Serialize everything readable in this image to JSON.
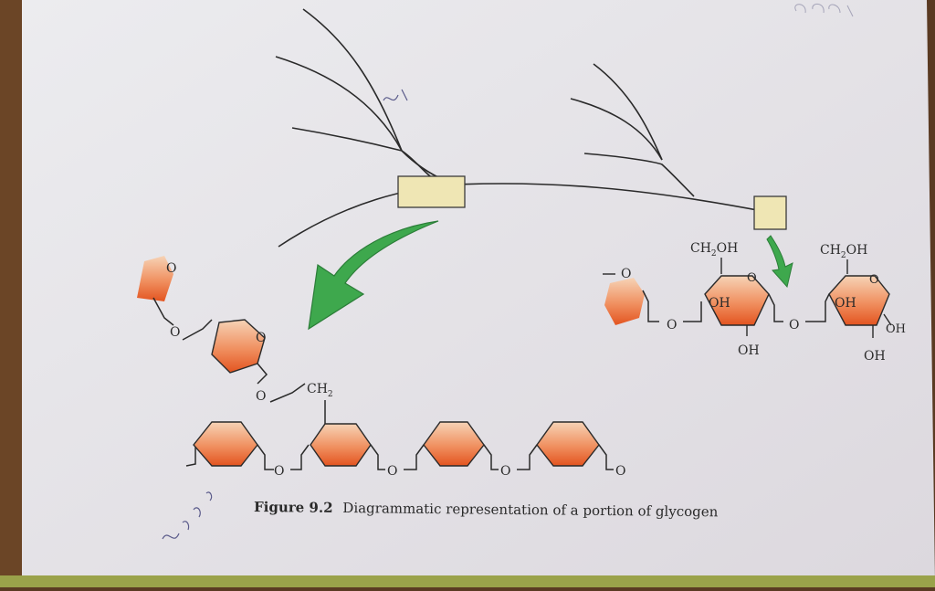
{
  "caption": {
    "label": "Figure 9.2",
    "text": "Diagrammatic representation of a portion of glycogen"
  },
  "labels": {
    "ch2oh_left": "CH",
    "ch2oh_left_sub": "2",
    "ch2oh_left_end": "OH",
    "ch2oh_right": "CH",
    "ch2oh_right_sub": "2",
    "ch2oh_right_end": "OH",
    "oh_ring1_inside": "OH",
    "oh_ring1_below": "OH",
    "oh_ring2_inside": "OH",
    "oh_ring2_side": "OH",
    "oh_ring2_below": "OH",
    "o_ring": "O",
    "o_link": "O",
    "ch2": "CH",
    "ch2_sub": "2"
  },
  "colors": {
    "paper": "#e4e2e7",
    "ring_fill_top": "#f3c9a9",
    "ring_fill_bottom": "#e8541c",
    "box_fill": "#eee4b0",
    "arrow_green": "#3aa84a",
    "ink": "#2a2a2a"
  }
}
